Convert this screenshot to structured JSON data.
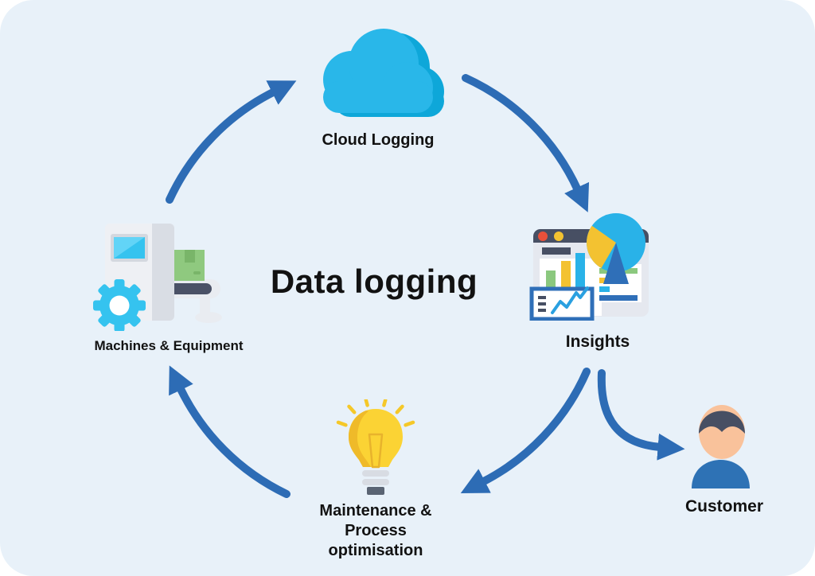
{
  "diagram": {
    "title": "Data logging",
    "nodes": [
      {
        "id": "cloud-logging",
        "label": "Cloud Logging",
        "icon": "cloud-icon"
      },
      {
        "id": "insights",
        "label": "Insights",
        "icon": "analytics-dashboard-icon"
      },
      {
        "id": "customer",
        "label": "Customer",
        "icon": "person-icon"
      },
      {
        "id": "maintenance",
        "label_line1": "Maintenance &",
        "label_line2": "Process optimisation",
        "icon": "lightbulb-icon"
      },
      {
        "id": "machines",
        "label": "Machines & Equipment",
        "icon": "factory-machine-icon"
      }
    ],
    "edges": [
      {
        "from": "machines",
        "to": "cloud-logging"
      },
      {
        "from": "cloud-logging",
        "to": "insights"
      },
      {
        "from": "insights",
        "to": "maintenance"
      },
      {
        "from": "insights",
        "to": "customer"
      },
      {
        "from": "maintenance",
        "to": "machines"
      }
    ],
    "colors": {
      "background": "#e8f1f9",
      "arrow_blue": "#2d6cb5",
      "text_black": "#121212",
      "cloud_blue": "#29b7e9",
      "cloud_shadow_blue": "#0ea7d9",
      "cyan": "#35c3ef",
      "yellow": "#f3c231",
      "bulb_yellow": "#fbd334",
      "bulb_dark_yellow": "#efba29",
      "green": "#8bc87e",
      "green_dark": "#79b569",
      "slate": "#474f63",
      "light_gray": "#e5e8ef",
      "mid_blue": "#2f6fb8",
      "red_dot": "#e8503a",
      "skin": "#f9c29b"
    }
  }
}
